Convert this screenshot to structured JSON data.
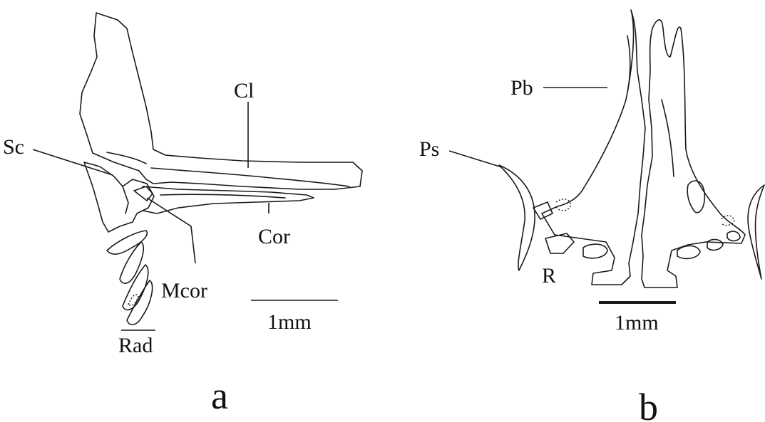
{
  "panel_a": {
    "labels": {
      "cl": "Cl",
      "sc": "Sc",
      "cor": "Cor",
      "mcor": "Mcor",
      "rad": "Rad"
    },
    "scale_label": "1mm",
    "panel_letter": "a"
  },
  "panel_b": {
    "labels": {
      "pb": "Pb",
      "ps": "Ps",
      "r": "R"
    },
    "scale_label": "1mm",
    "panel_letter": "b"
  }
}
